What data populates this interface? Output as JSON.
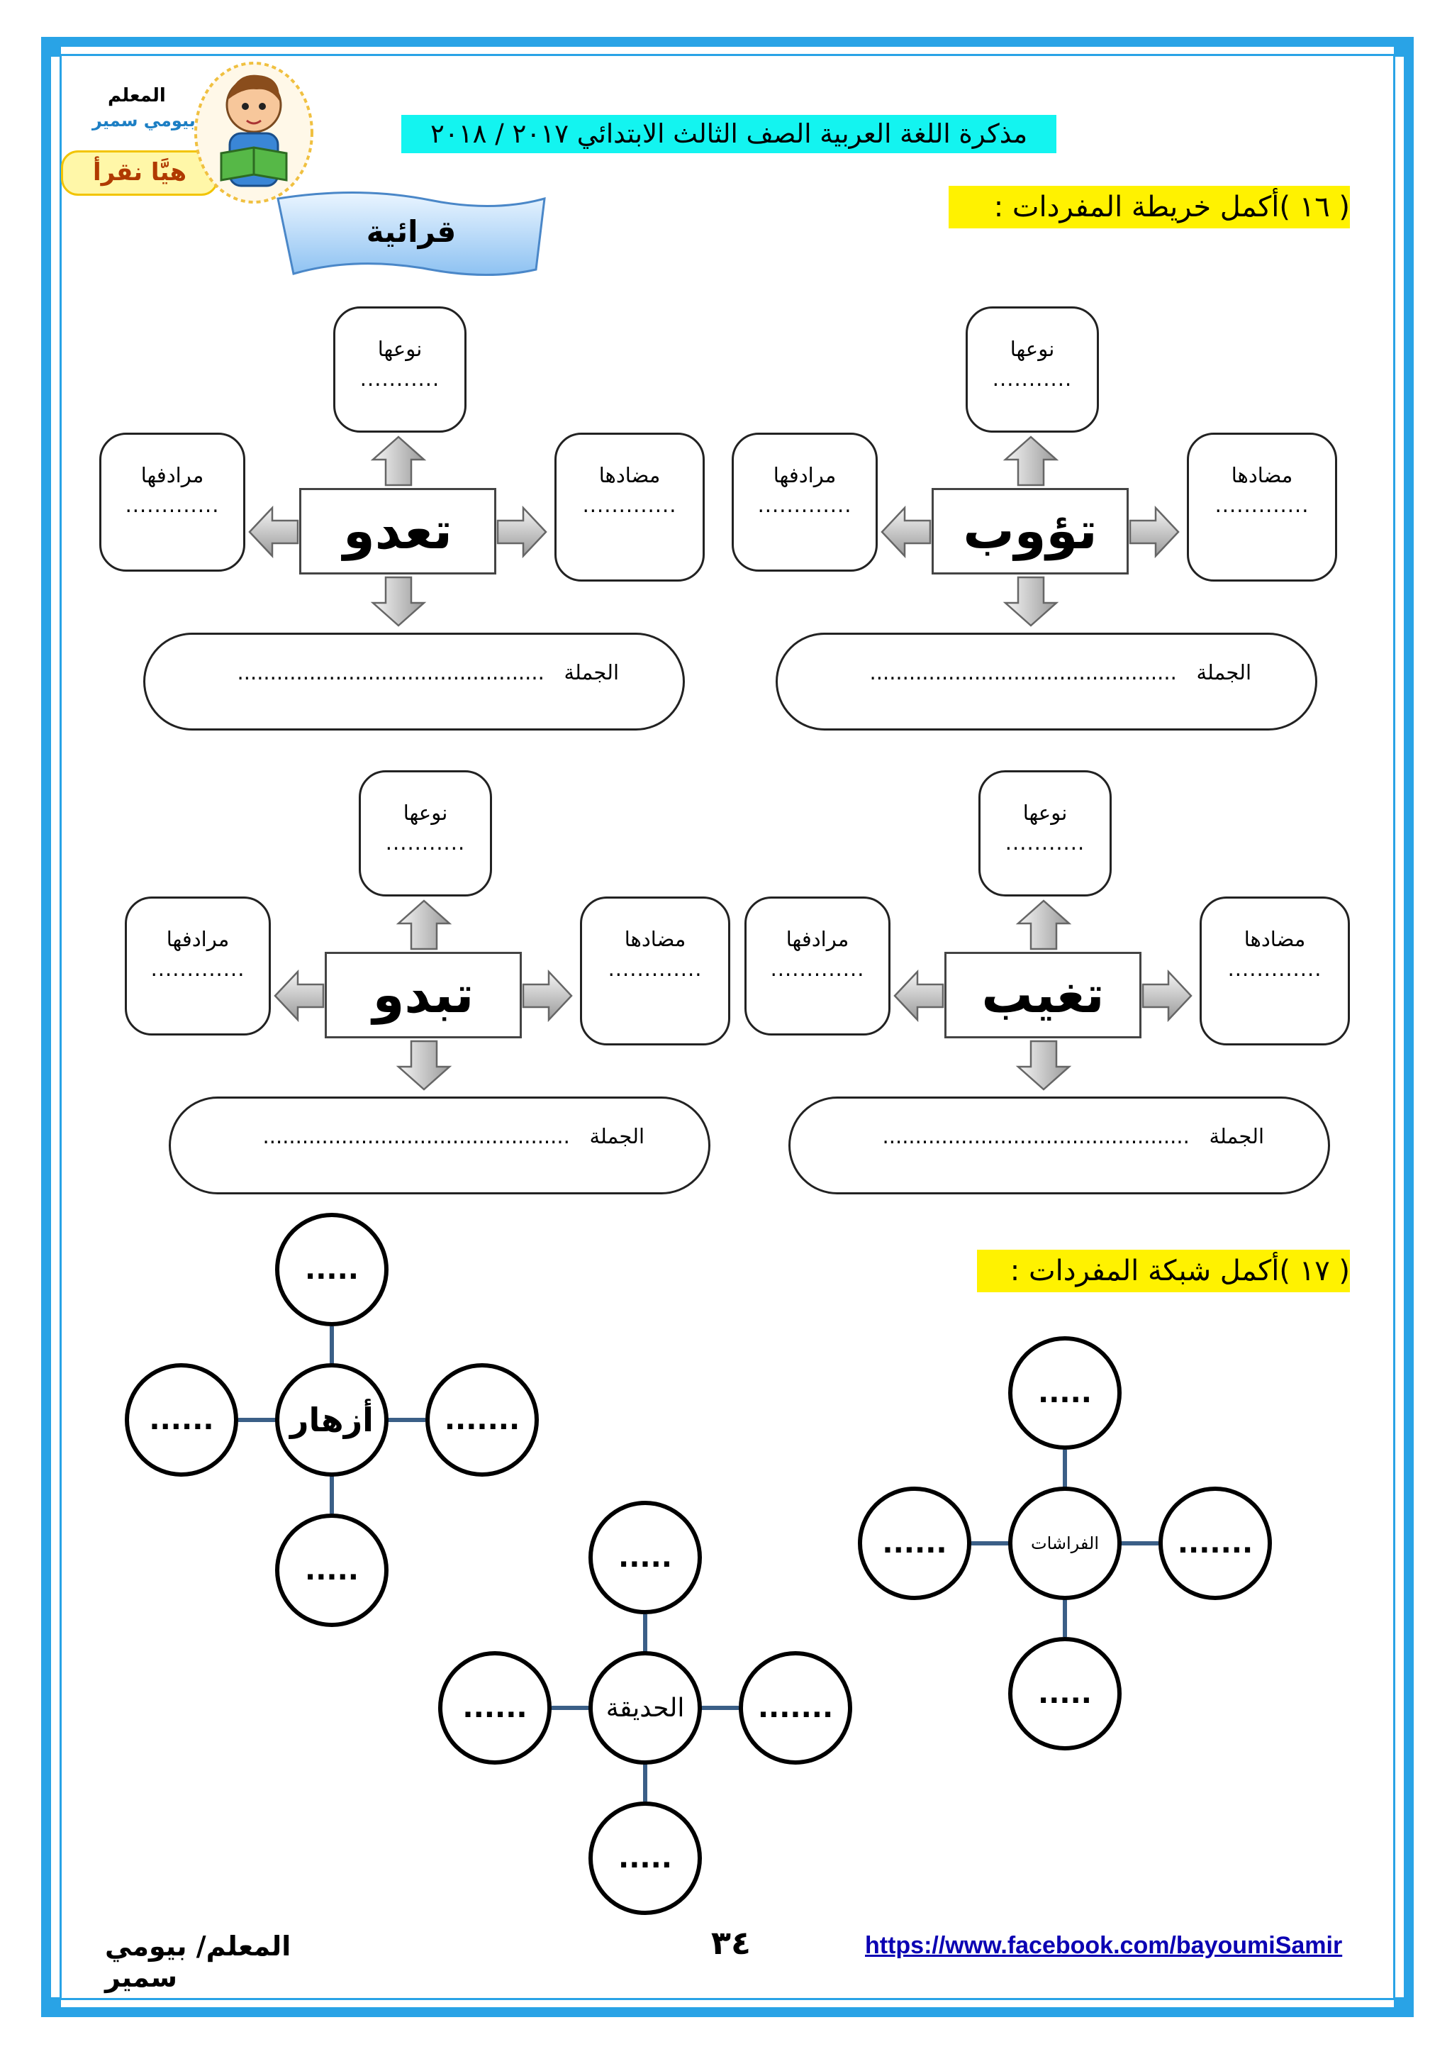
{
  "header": {
    "title": "مذكرة اللغة العربية الصف الثالث الابتدائي  ٢٠١٧  / ٢٠١٨",
    "teacher_label": "المعلم",
    "teacher_name": "بيومي سمير",
    "logo_caption": "هيَّا نقرأ",
    "banner": "قرائية"
  },
  "section16": {
    "heading": "( ١٦  )أكمل خريطة المفردات :",
    "maps": [
      {
        "word": "تؤوب",
        "type_label": "نوعها",
        "antonym_label": "مضادها",
        "synonym_label": "مرادفها",
        "sentence_label": "الجملة",
        "type_dots": "...........",
        "antonym_dots": ".............",
        "synonym_dots": ".............",
        "sentence_dots": "..............................................."
      },
      {
        "word": "تعدو",
        "type_label": "نوعها",
        "antonym_label": "مضادها",
        "synonym_label": "مرادفها",
        "sentence_label": "الجملة",
        "type_dots": "...........",
        "antonym_dots": ".............",
        "synonym_dots": ".............",
        "sentence_dots": "..............................................."
      },
      {
        "word": "تغيب",
        "type_label": "نوعها",
        "antonym_label": "مضادها",
        "synonym_label": "مرادفها",
        "sentence_label": "الجملة",
        "type_dots": "...........",
        "antonym_dots": ".............",
        "synonym_dots": ".............",
        "sentence_dots": "..............................................."
      },
      {
        "word": "تبدو",
        "type_label": "نوعها",
        "antonym_label": "مضادها",
        "synonym_label": "مرادفها",
        "sentence_label": "الجملة",
        "type_dots": "...........",
        "antonym_dots": ".............",
        "synonym_dots": ".............",
        "sentence_dots": "..............................................."
      }
    ]
  },
  "section17": {
    "heading": "( ١٧  )أكمل شبكة المفردات :",
    "webs": [
      {
        "center": "أزهار",
        "top": ".....",
        "bottom": ".....",
        "left": "......",
        "right": "......."
      },
      {
        "center": "الفراشات",
        "top": ".....",
        "bottom": ".....",
        "left": "......",
        "right": "......."
      },
      {
        "center": "الحديقة",
        "top": ".....",
        "bottom": ".....",
        "left": "......",
        "right": "......."
      }
    ]
  },
  "footer": {
    "link": "https://www.facebook.com/bayoumiSamir",
    "page_number": "٣٤",
    "signature": "المعلم/ بيومي سمير"
  },
  "colors": {
    "frame": "#29a3e6",
    "title_highlight": "#13f4f0",
    "heading_highlight": "#fff200",
    "link": "#0b00b3",
    "web_line": "#3b5f87"
  }
}
